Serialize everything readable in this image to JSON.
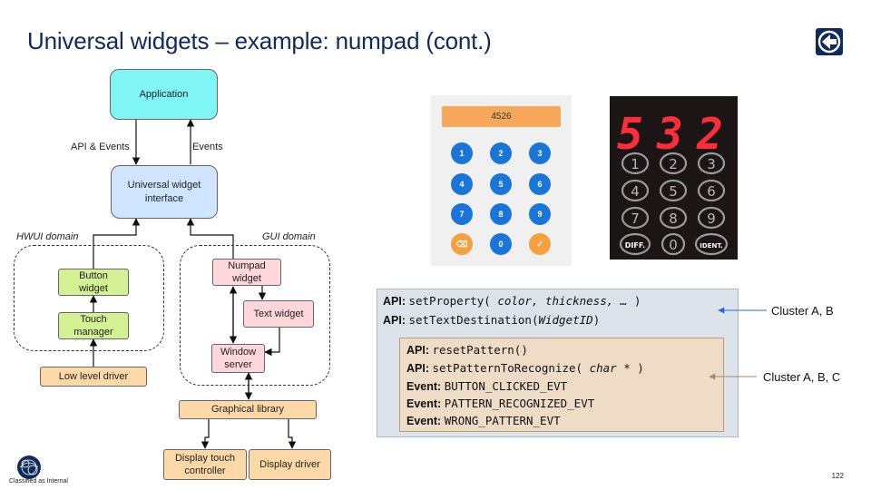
{
  "slide": {
    "title": "Universal widgets – example: numpad (cont.)",
    "page_number": "122",
    "classification": "Classified as Internal"
  },
  "diagram": {
    "application": "Application",
    "api_events_label": "API & Events",
    "events_label": "Events",
    "universal_widget_interface": "Universal widget\ninterface",
    "hwui_domain": "HWUI domain",
    "gui_domain": "GUI domain",
    "button_widget": "Button\nwidget",
    "touch_manager": "Touch\nmanager",
    "low_level_driver": "Low level driver",
    "numpad_widget": "Numpad\nwidget",
    "text_widget": "Text widget",
    "window_server": "Window\nserver",
    "graphical_library": "Graphical library",
    "display_touch_controller": "Display touch\ncontroller",
    "display_driver": "Display driver"
  },
  "numpad_screenshot": {
    "display_value": "4526",
    "keys": [
      "1",
      "2",
      "3",
      "4",
      "5",
      "6",
      "7",
      "8",
      "9",
      "⌫",
      "0",
      "✓"
    ]
  },
  "led_panel": {
    "digits": [
      "5",
      "3",
      "2"
    ],
    "keys": [
      "1",
      "2",
      "3",
      "4",
      "5",
      "6",
      "7",
      "8",
      "9",
      "DIFF.",
      "0",
      "IDENT."
    ]
  },
  "api": {
    "outer": [
      {
        "kind": "API",
        "text": "setProperty( ",
        "params": "color, thickness, …",
        "tail": " )"
      },
      {
        "kind": "API",
        "text": "setTextDestination(",
        "params": "WidgetID",
        "tail": ")"
      }
    ],
    "inner": [
      {
        "kind": "API",
        "text": "resetPattern()",
        "params": "",
        "tail": ""
      },
      {
        "kind": "API",
        "text": "setPatternToRecognize( ",
        "params": "char *",
        "tail": " )"
      },
      {
        "kind": "Event",
        "text": "BUTTON_CLICKED_EVT",
        "params": "",
        "tail": ""
      },
      {
        "kind": "Event",
        "text": "PATTERN_RECOGNIZED_EVT",
        "params": "",
        "tail": ""
      },
      {
        "kind": "Event",
        "text": "WRONG_PATTERN_EVT",
        "params": "",
        "tail": ""
      }
    ],
    "cluster_ab": "Cluster A, B",
    "cluster_abc": "Cluster A, B, C"
  },
  "colors": {
    "title": "#0f2a5e",
    "application": "#7ff5f5",
    "interface": "#cfe4ff",
    "hwui_box": "#d4f193",
    "gui_box": "#ffd6d9",
    "hardware_box": "#ffd8a8",
    "numpad_key": "#1976d8",
    "numpad_display": "#f7a85b",
    "led_red": "#ff2d3a"
  }
}
